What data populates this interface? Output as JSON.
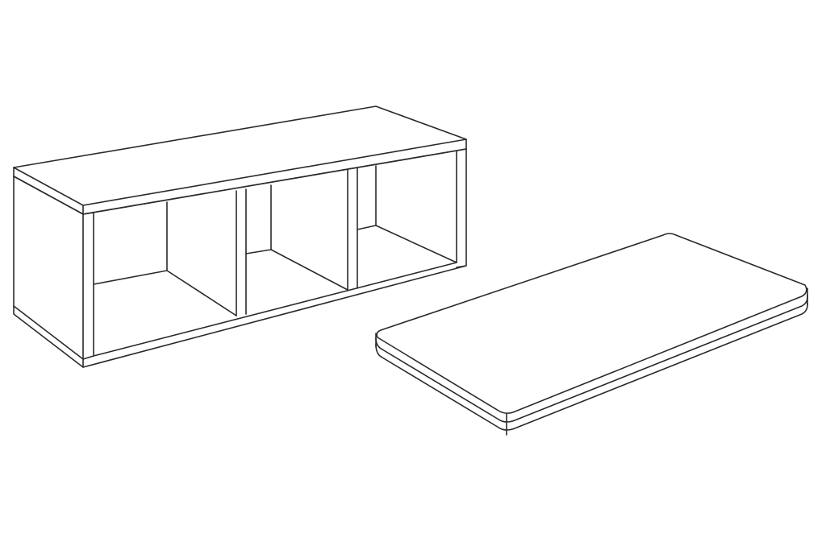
{
  "colors": {
    "background": "#ffffff",
    "line": "#2a2a2a",
    "fill": "#ffffff"
  },
  "objects": [
    {
      "name": "cubby-bench-frame",
      "parts": 3
    },
    {
      "name": "bench-seat-cushion"
    }
  ]
}
